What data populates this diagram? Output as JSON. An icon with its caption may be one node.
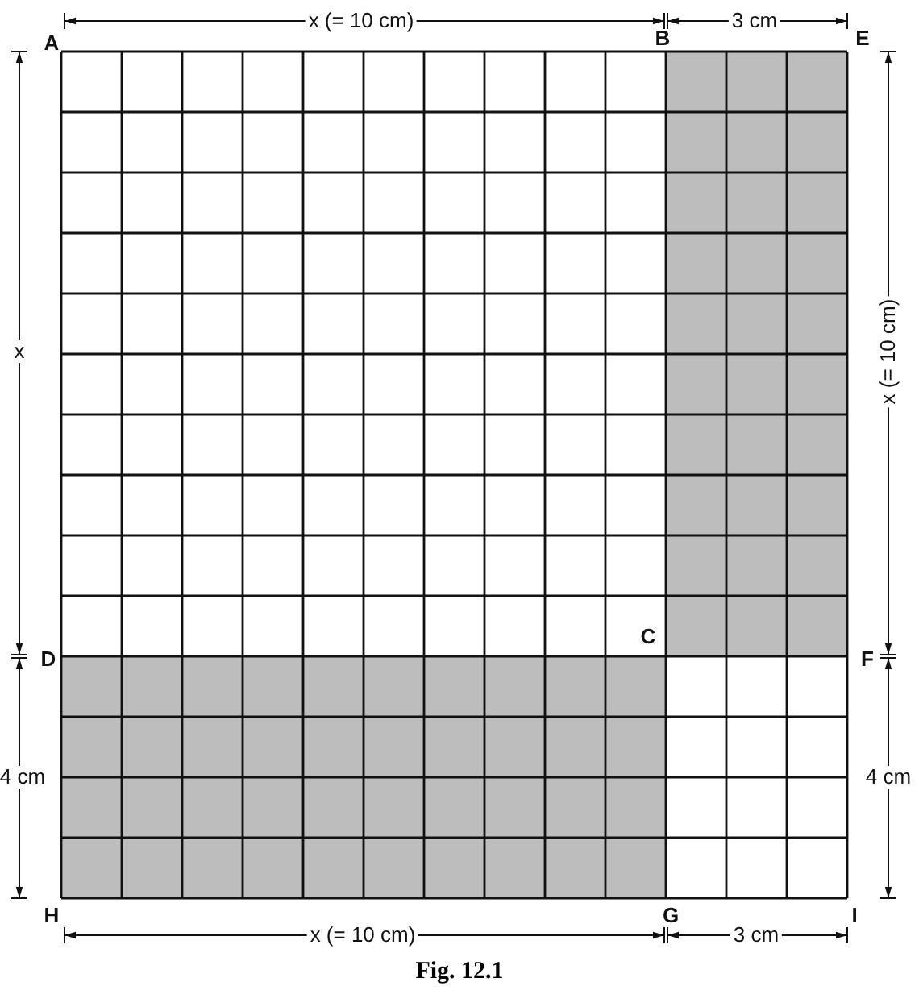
{
  "diagram": {
    "caption": "Fig. 12.1",
    "labels": [
      "x (= 10 cm)",
      "3 cm",
      "A",
      "B",
      "E",
      "x",
      "x (= 10 cm)",
      "C",
      "D",
      "F",
      "4 cm",
      "4 cm",
      "H",
      "G",
      "I",
      "x (= 10 cm)",
      "3 cm"
    ]
  }
}
